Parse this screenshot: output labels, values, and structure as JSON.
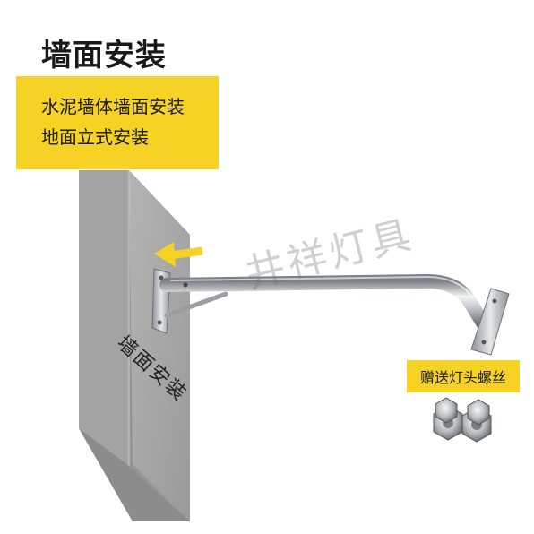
{
  "title": "墙面安装",
  "info_box": {
    "line1": "水泥墙体墙面安装",
    "line2": "地面立式安装"
  },
  "wall_label": "墙面安装",
  "watermark": "井祥灯具",
  "gift_tag": "赠送灯头螺丝",
  "colors": {
    "accent_yellow": "#f5d224",
    "wall_gray": "#a7a7a7",
    "steel": "#c9ccd0",
    "arrow": "#f5d224"
  }
}
